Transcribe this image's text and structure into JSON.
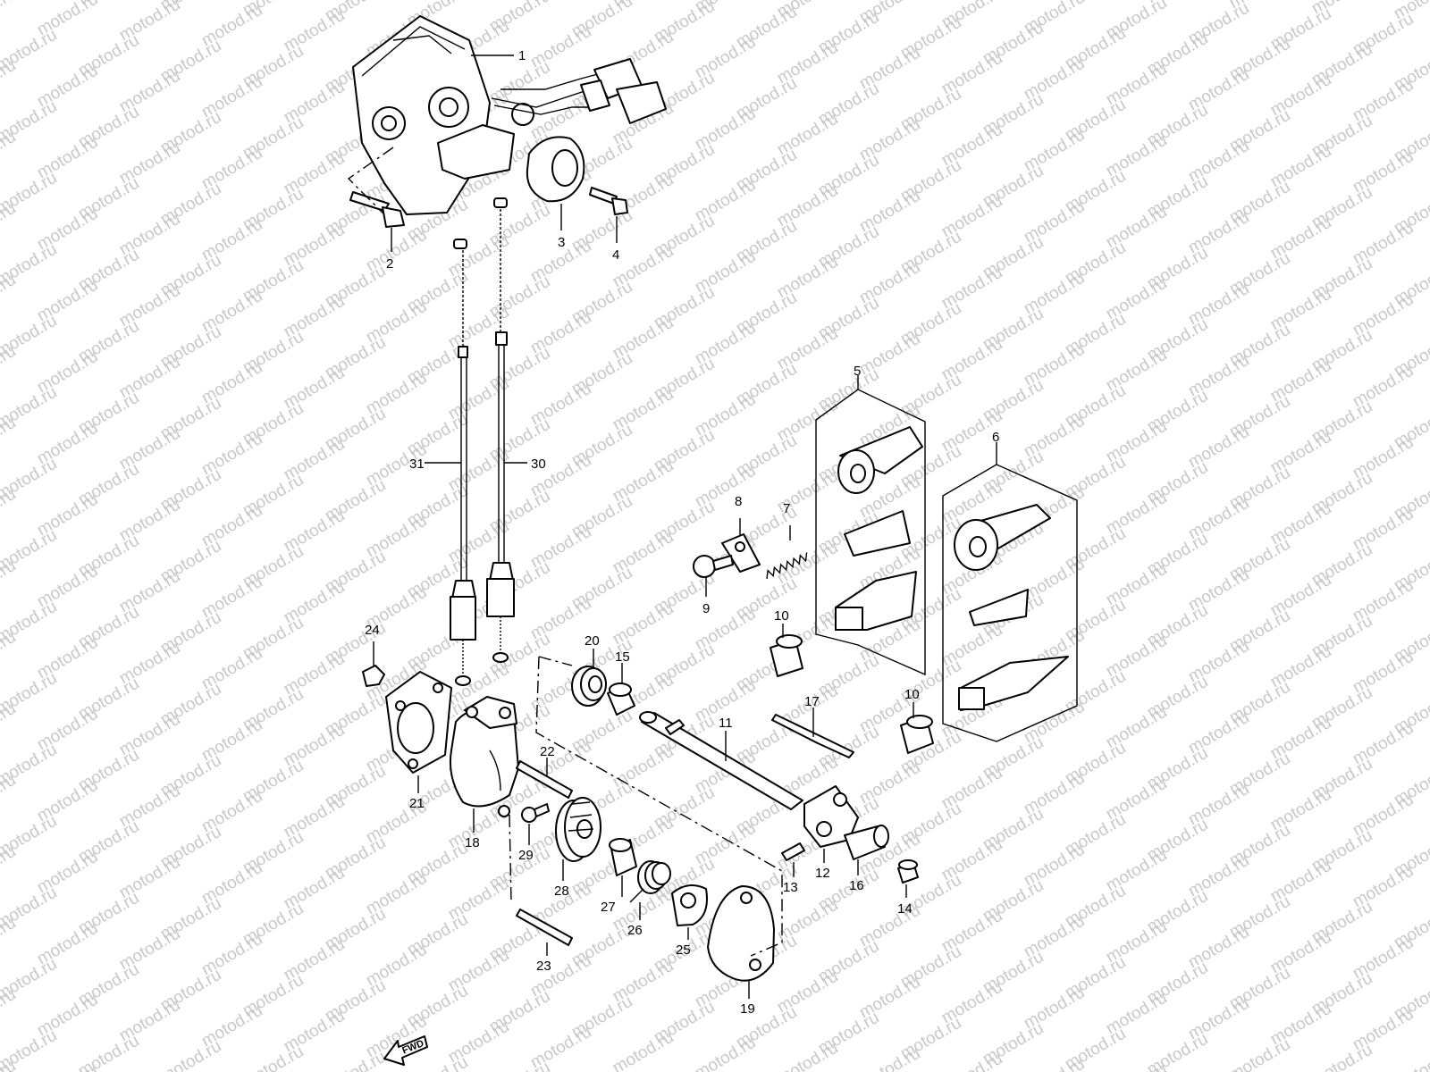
{
  "watermark": "motod.ru",
  "direction_marker": "FWD",
  "parts": [
    {
      "id": "1",
      "label": "1"
    },
    {
      "id": "2",
      "label": "2"
    },
    {
      "id": "3",
      "label": "3"
    },
    {
      "id": "4",
      "label": "4"
    },
    {
      "id": "5",
      "label": "5"
    },
    {
      "id": "6",
      "label": "6"
    },
    {
      "id": "7",
      "label": "7"
    },
    {
      "id": "8",
      "label": "8"
    },
    {
      "id": "9",
      "label": "9"
    },
    {
      "id": "10a",
      "label": "10"
    },
    {
      "id": "10b",
      "label": "10"
    },
    {
      "id": "11",
      "label": "11"
    },
    {
      "id": "12",
      "label": "12"
    },
    {
      "id": "13",
      "label": "13"
    },
    {
      "id": "14",
      "label": "14"
    },
    {
      "id": "15",
      "label": "15"
    },
    {
      "id": "16",
      "label": "16"
    },
    {
      "id": "17",
      "label": "17"
    },
    {
      "id": "18",
      "label": "18"
    },
    {
      "id": "19",
      "label": "19"
    },
    {
      "id": "20",
      "label": "20"
    },
    {
      "id": "21",
      "label": "21"
    },
    {
      "id": "22",
      "label": "22"
    },
    {
      "id": "23",
      "label": "23"
    },
    {
      "id": "24",
      "label": "24"
    },
    {
      "id": "25",
      "label": "25"
    },
    {
      "id": "26",
      "label": "26"
    },
    {
      "id": "27",
      "label": "27"
    },
    {
      "id": "28",
      "label": "28"
    },
    {
      "id": "29",
      "label": "29"
    },
    {
      "id": "30",
      "label": "30"
    },
    {
      "id": "31",
      "label": "31"
    }
  ],
  "colors": {
    "ink": "#000000",
    "paper": "#ffffff",
    "watermark": "#c8c8c8"
  }
}
